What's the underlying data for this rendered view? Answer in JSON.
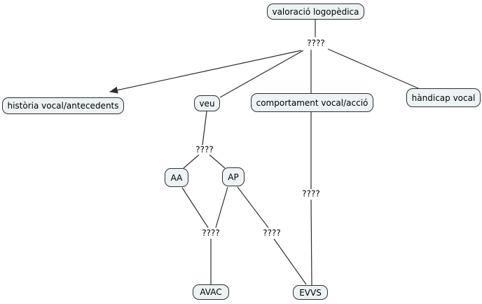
{
  "diagram_title": "valoració logopèdica concept map",
  "colors": {
    "background": "#ffffff",
    "node_fill": "#edf3f4",
    "node_border": "#2f2f2f",
    "line_color": "#2e2e2e",
    "text_color": "#000000"
  },
  "nodes": [
    {
      "id": "valoracio",
      "label": "valoració logopèdica"
    },
    {
      "id": "historia",
      "label": "història vocal/antecedents"
    },
    {
      "id": "veu",
      "label": "veu"
    },
    {
      "id": "comportament",
      "label": "comportament vocal/acció"
    },
    {
      "id": "handicap",
      "label": "hàndicap vocal"
    },
    {
      "id": "aa",
      "label": "AA"
    },
    {
      "id": "ap",
      "label": "AP"
    },
    {
      "id": "avac",
      "label": "AVAC"
    },
    {
      "id": "evvs",
      "label": "EVVS"
    }
  ],
  "link_labels": [
    {
      "id": "hub-top",
      "label": "????"
    },
    {
      "id": "veu-split",
      "label": "????"
    },
    {
      "id": "avac-join",
      "label": "????"
    },
    {
      "id": "ap-evvs",
      "label": "????"
    },
    {
      "id": "comport-evvs",
      "label": "????"
    }
  ]
}
